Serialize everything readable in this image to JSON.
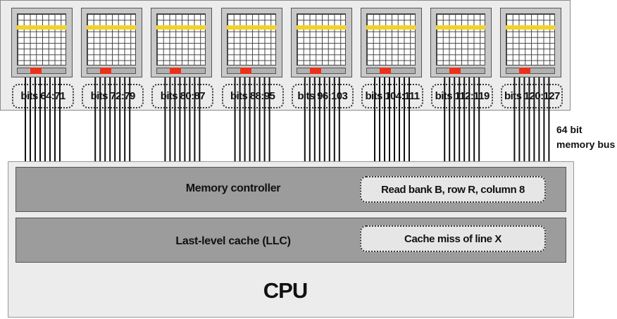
{
  "dimm": {
    "chips": [
      {
        "label": "bits 64:71"
      },
      {
        "label": "bits 72:79"
      },
      {
        "label": "bits 80:87"
      },
      {
        "label": "bits 88:95"
      },
      {
        "label": "bits 96:103"
      },
      {
        "label": "bits 104:111"
      },
      {
        "label": "bits 112:119"
      },
      {
        "label": "bits 120:127"
      }
    ]
  },
  "bus": {
    "label_line1": "64 bit",
    "label_line2": "memory bus"
  },
  "memory_controller": {
    "title": "Memory controller",
    "message": "Read bank B, row R, column 8"
  },
  "llc": {
    "title": "Last-level cache (LLC)",
    "message": "Cache miss of line X"
  },
  "cpu": {
    "label": "CPU"
  },
  "colors": {
    "row_buffer": "#f2d22a",
    "active_bank": "#e8321a",
    "block": "#9c9c9c",
    "background": "#ececec"
  }
}
